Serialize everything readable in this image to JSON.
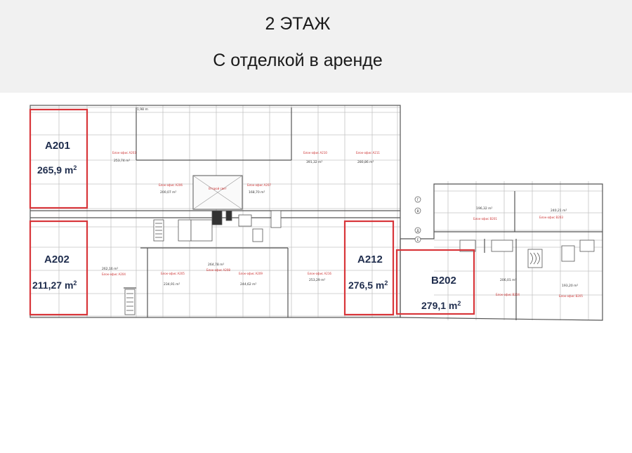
{
  "header": {
    "floor_title": "2 ЭТАЖ",
    "subtitle": "С отделкой в аренде"
  },
  "colors": {
    "header_bg": "#f1f1f1",
    "highlight": "#d8363a",
    "label_text": "#1f2d4d",
    "wall": "#555555",
    "grid": "#bbbbbb"
  },
  "units": [
    {
      "id": "a201",
      "label": "A201",
      "area": "265,9 m",
      "unit_sup": "2"
    },
    {
      "id": "a202",
      "label": "A202",
      "area": "211,27 m",
      "unit_sup": "2"
    },
    {
      "id": "a212",
      "label": "A212",
      "area": "276,5 m",
      "unit_sup": "2"
    },
    {
      "id": "b202",
      "label": "B202",
      "area": "279,1 m",
      "unit_sup": "2"
    }
  ],
  "plan_labels": {
    "a203_area": "253,74 m²",
    "a206_area": "200,07 m²",
    "a207_area": "168,70 m²",
    "a210_area": "391,32 m²",
    "a211_area": "280,86 m²",
    "a204_area": "262,16 m²",
    "a205_area": "234,91 m²",
    "a208_area": "264,78 m²",
    "a209_area": "244,62 m²",
    "a216_area": "253,29 m²",
    "b201_area": "196,32 m²",
    "b203_area": "240,21 m²",
    "b204_area": "206,01 m²",
    "b205_area": "193,20 m²",
    "atrium": "Второй свет",
    "office_a203": "Блок-офис A203",
    "office_a206": "Блок-офис A206",
    "office_a207": "Блок-офис A207",
    "office_a210": "Блок-офис A210",
    "office_a211": "Блок-офис A211",
    "office_a204": "Блок-офис A204",
    "office_a205": "Блок-офис A205",
    "office_a208": "Блок-офис A208",
    "office_a209": "Блок-офис A209",
    "office_a216": "Блок-офис A216",
    "office_b201": "Блок-офис B201",
    "office_b203": "Блок-офис B203",
    "office_b204": "Блок-офис B204",
    "office_b205": "Блок-офис B205",
    "dim_top": "1,98 m",
    "axis_g": "Г",
    "axis_v": "В",
    "axis_d": "Д",
    "axis_e": "Е"
  }
}
